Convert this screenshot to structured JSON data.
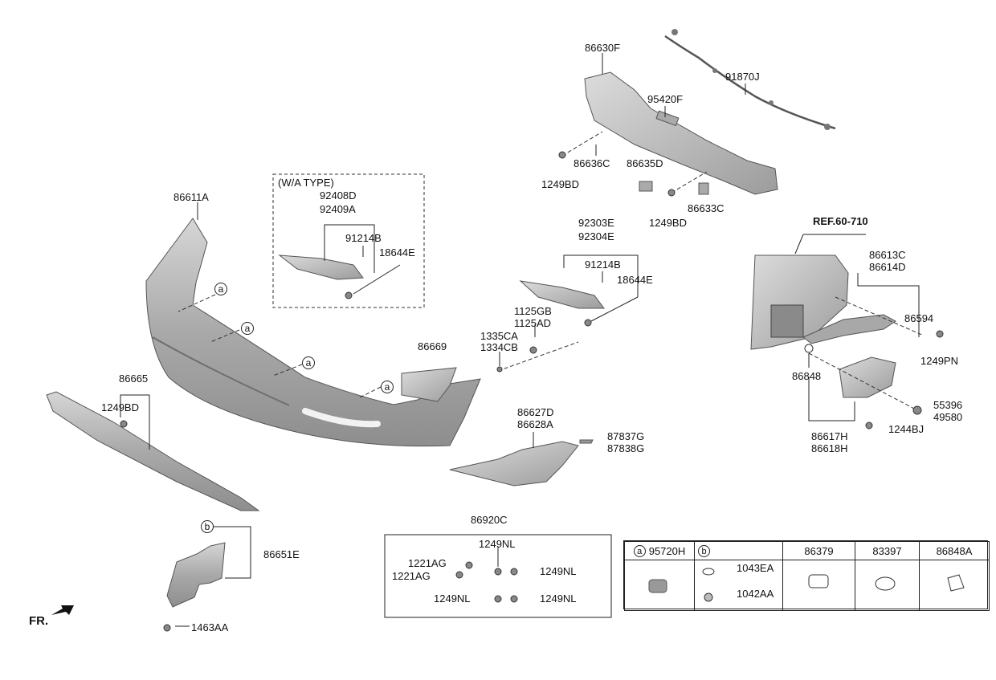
{
  "window_type_label": "(W/A TYPE)",
  "ref_label": "REF.60-710",
  "front_label": "FR.",
  "callout_a": "a",
  "callout_b": "b",
  "parts": {
    "p86630F": "86630F",
    "p91870J": "91870J",
    "p95420F": "95420F",
    "p1249BD_top": "1249BD",
    "p86636C": "86636C",
    "p86635D": "86635D",
    "p1249BD_mid": "1249BD",
    "p86633C": "86633C",
    "p86611A": "86611A",
    "p92408D": "92408D",
    "p92409A": "92409A",
    "p91214B_l": "91214B",
    "p18644E_l": "18644E",
    "p92303E": "92303E",
    "p92304E": "92304E",
    "p91214B_r": "91214B",
    "p18644E_r": "18644E",
    "p1125GB": "1125GB",
    "p1125AD": "1125AD",
    "p1335CA": "1335CA",
    "p1334CB": "1334CB",
    "p86669": "86669",
    "p86665": "86665",
    "p1249BD_low": "1249BD",
    "p86627D": "86627D",
    "p86628A": "86628A",
    "p87837G": "87837G",
    "p87838G": "87838G",
    "p86613C": "86613C",
    "p86614D": "86614D",
    "p86594": "86594",
    "p1249PN": "1249PN",
    "p86848": "86848",
    "p55396": "55396",
    "p49580": "49580",
    "p1244BJ": "1244BJ",
    "p86617H": "86617H",
    "p86618H": "86618H",
    "p86651E": "86651E",
    "p1463AA": "1463AA",
    "p86920C": "86920C",
    "p1249NL_a": "1249NL",
    "p1221AG_a": "1221AG",
    "p1221AG_b": "1221AG",
    "p1249NL_b": "1249NL",
    "p1249NL_c": "1249NL",
    "p1249NL_d": "1249NL"
  },
  "legend": {
    "col_a_part": "95720H",
    "col_d": "86379",
    "col_e": "83397",
    "col_f": "86848A",
    "b_item1": "1043EA",
    "b_item2": "1042AA"
  }
}
